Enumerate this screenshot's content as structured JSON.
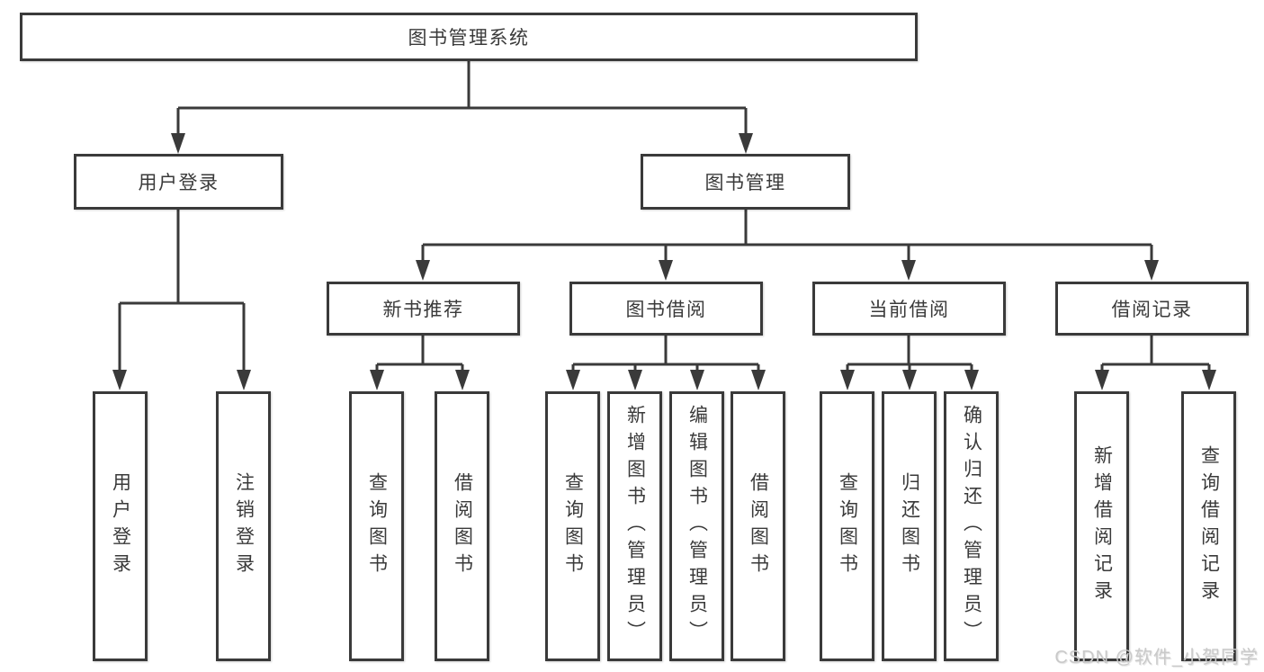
{
  "tree": {
    "root": "图书管理系统",
    "children": [
      {
        "label": "用户登录",
        "children": [
          {
            "label": "用户登录"
          },
          {
            "label": "注销登录"
          }
        ]
      },
      {
        "label": "图书管理",
        "children": [
          {
            "label": "新书推荐",
            "children": [
              {
                "label": "查询图书"
              },
              {
                "label": "借阅图书"
              }
            ]
          },
          {
            "label": "图书借阅",
            "children": [
              {
                "label": "查询图书"
              },
              {
                "label": "新增图书（管理员）"
              },
              {
                "label": "编辑图书（管理员）"
              },
              {
                "label": "借阅图书"
              }
            ]
          },
          {
            "label": "当前借阅",
            "children": [
              {
                "label": "查询图书"
              },
              {
                "label": "归还图书"
              },
              {
                "label": "确认归还（管理员）"
              }
            ]
          },
          {
            "label": "借阅记录",
            "children": [
              {
                "label": "新增借阅记录"
              },
              {
                "label": "查询借阅记录"
              }
            ]
          }
        ]
      }
    ]
  },
  "watermark": {
    "text": "CSDN @软件_小贺同学"
  },
  "colors": {
    "line": "#3a3a3a",
    "text": "#3a3a3a",
    "background": "#ffffff",
    "watermark": "#c9c9c9"
  }
}
